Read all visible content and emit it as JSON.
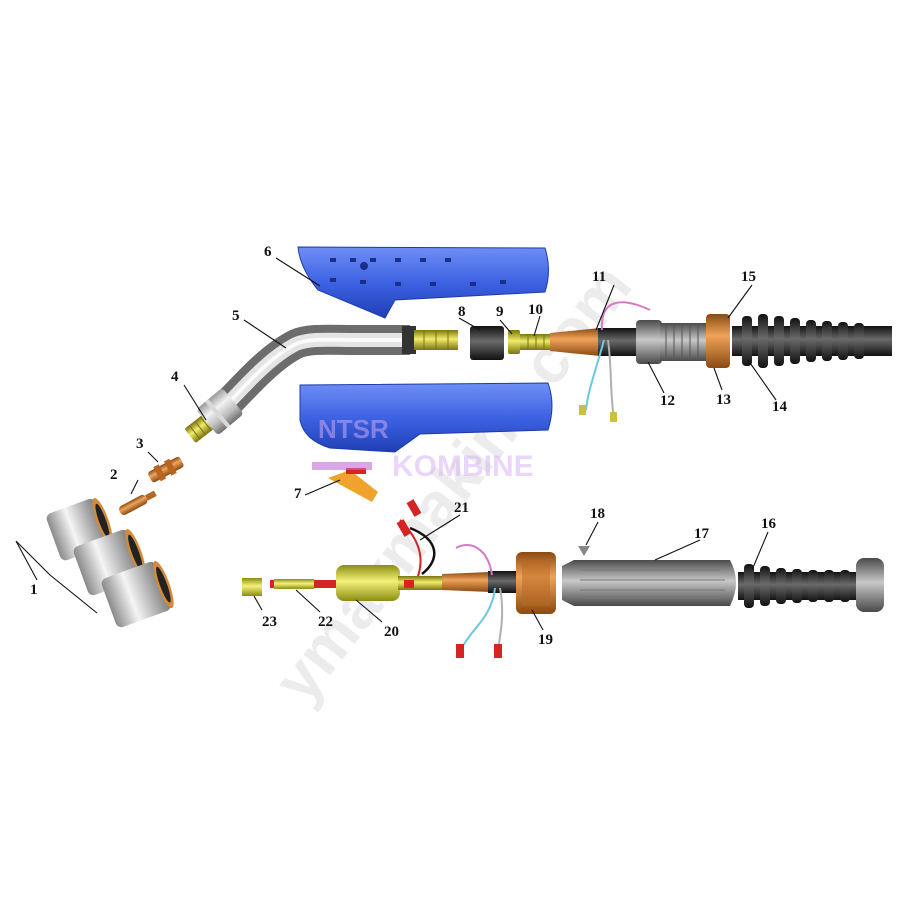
{
  "labels": {
    "p1": "1",
    "p2": "2",
    "p3": "3",
    "p4": "4",
    "p5": "5",
    "p6": "6",
    "p7": "7",
    "p8": "8",
    "p9": "9",
    "p10": "10",
    "p11": "11",
    "p12": "12",
    "p13": "13",
    "p14": "14",
    "p15": "15",
    "p16": "16",
    "p17": "17",
    "p18": "18",
    "p19": "19",
    "p20": "20",
    "p21": "21",
    "p22": "22",
    "p23": "23"
  },
  "watermark": {
    "line1": "NTSR",
    "line2": "KOMBINE"
  },
  "colors": {
    "blue_handle": "#3f64e6",
    "copper": "#d4802f",
    "brass": "#c9c23a",
    "steel": "#b5b5b5",
    "dark_cable": "#2c2c2c",
    "wire_pink": "#d77ac4",
    "wire_cyan": "#6cc8e0",
    "wire_red": "#d42424"
  }
}
